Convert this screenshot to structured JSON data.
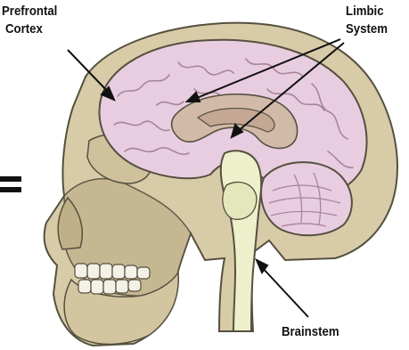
{
  "diagram": {
    "labels": {
      "prefrontal_line1": "Prefrontal",
      "prefrontal_line2": "Cortex",
      "limbic_line1": "Limbic",
      "limbic_line2": "System",
      "brainstem": "Brainstem"
    },
    "colors": {
      "skull": "#d8cba8",
      "skull_shadow": "#c3b58f",
      "brain": "#e8cde0",
      "brain_fold": "#a7849a",
      "limbic": "#d2baa8",
      "brainstem": "#eef0cc",
      "outline": "#55503f",
      "text": "#111111"
    },
    "glyph": "equals-sign"
  }
}
